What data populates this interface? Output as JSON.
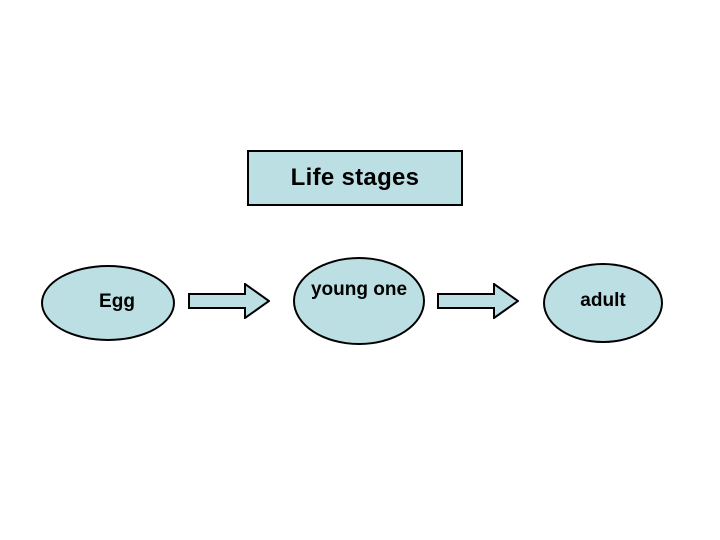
{
  "slide": {
    "background_color": "#ffffff",
    "shape_fill_color": "#bcdfe3",
    "shape_outline_color": "#000000",
    "text_color": "#000000"
  },
  "title": {
    "label": "Life stages"
  },
  "diagram": {
    "type": "flow",
    "nodes": [
      {
        "id": "egg",
        "label": "Egg",
        "shape": "ellipse"
      },
      {
        "id": "young",
        "label": "young one",
        "shape": "ellipse"
      },
      {
        "id": "adult",
        "label": "adult",
        "shape": "ellipse"
      }
    ],
    "connectors": [
      {
        "id": "arrow-1",
        "from": "egg",
        "to": "young",
        "icon": "right-block-arrow-icon"
      },
      {
        "id": "arrow-2",
        "from": "young",
        "to": "adult",
        "icon": "right-block-arrow-icon"
      }
    ]
  }
}
